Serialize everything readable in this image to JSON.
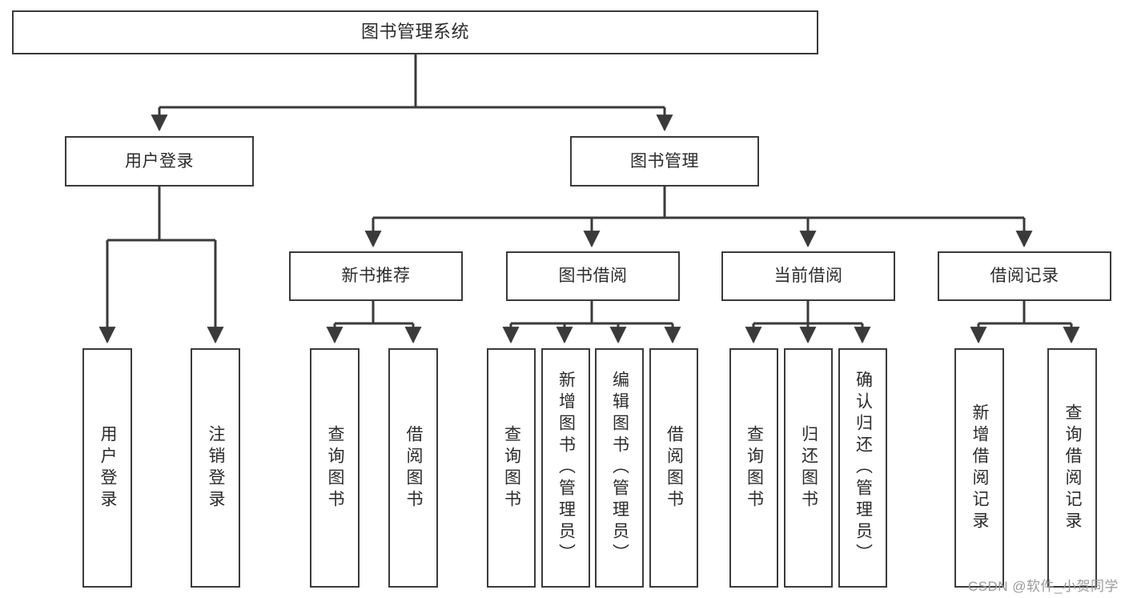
{
  "diagram": {
    "title": "图书管理系统",
    "watermark": "CSDN @软件_小贺同学",
    "colors": {
      "background": "#ffffff",
      "border": "#3a3a3a",
      "text": "#2b2b2b",
      "edge": "#3a3a3a",
      "watermark": "#9a9a9a"
    },
    "root": {
      "label": "图书管理系统"
    },
    "level2": [
      {
        "label": "用户登录"
      },
      {
        "label": "图书管理"
      }
    ],
    "level3": [
      {
        "label": "新书推荐"
      },
      {
        "label": "图书借阅"
      },
      {
        "label": "当前借阅"
      },
      {
        "label": "借阅记录"
      }
    ],
    "leaves": {
      "user_login": [
        {
          "label": "用户登录"
        },
        {
          "label": "注销登录"
        }
      ],
      "new_book_recommend": [
        {
          "label": "查询图书"
        },
        {
          "label": "借阅图书"
        }
      ],
      "book_borrow": [
        {
          "label": "查询图书"
        },
        {
          "label": "新增图书（管理员）"
        },
        {
          "label": "编辑图书（管理员）"
        },
        {
          "label": "借阅图书"
        }
      ],
      "current_borrow": [
        {
          "label": "查询图书"
        },
        {
          "label": "归还图书"
        },
        {
          "label": "确认归还（管理员）"
        }
      ],
      "borrow_record": [
        {
          "label": "新增借阅记录"
        },
        {
          "label": "查询借阅记录"
        }
      ]
    }
  }
}
